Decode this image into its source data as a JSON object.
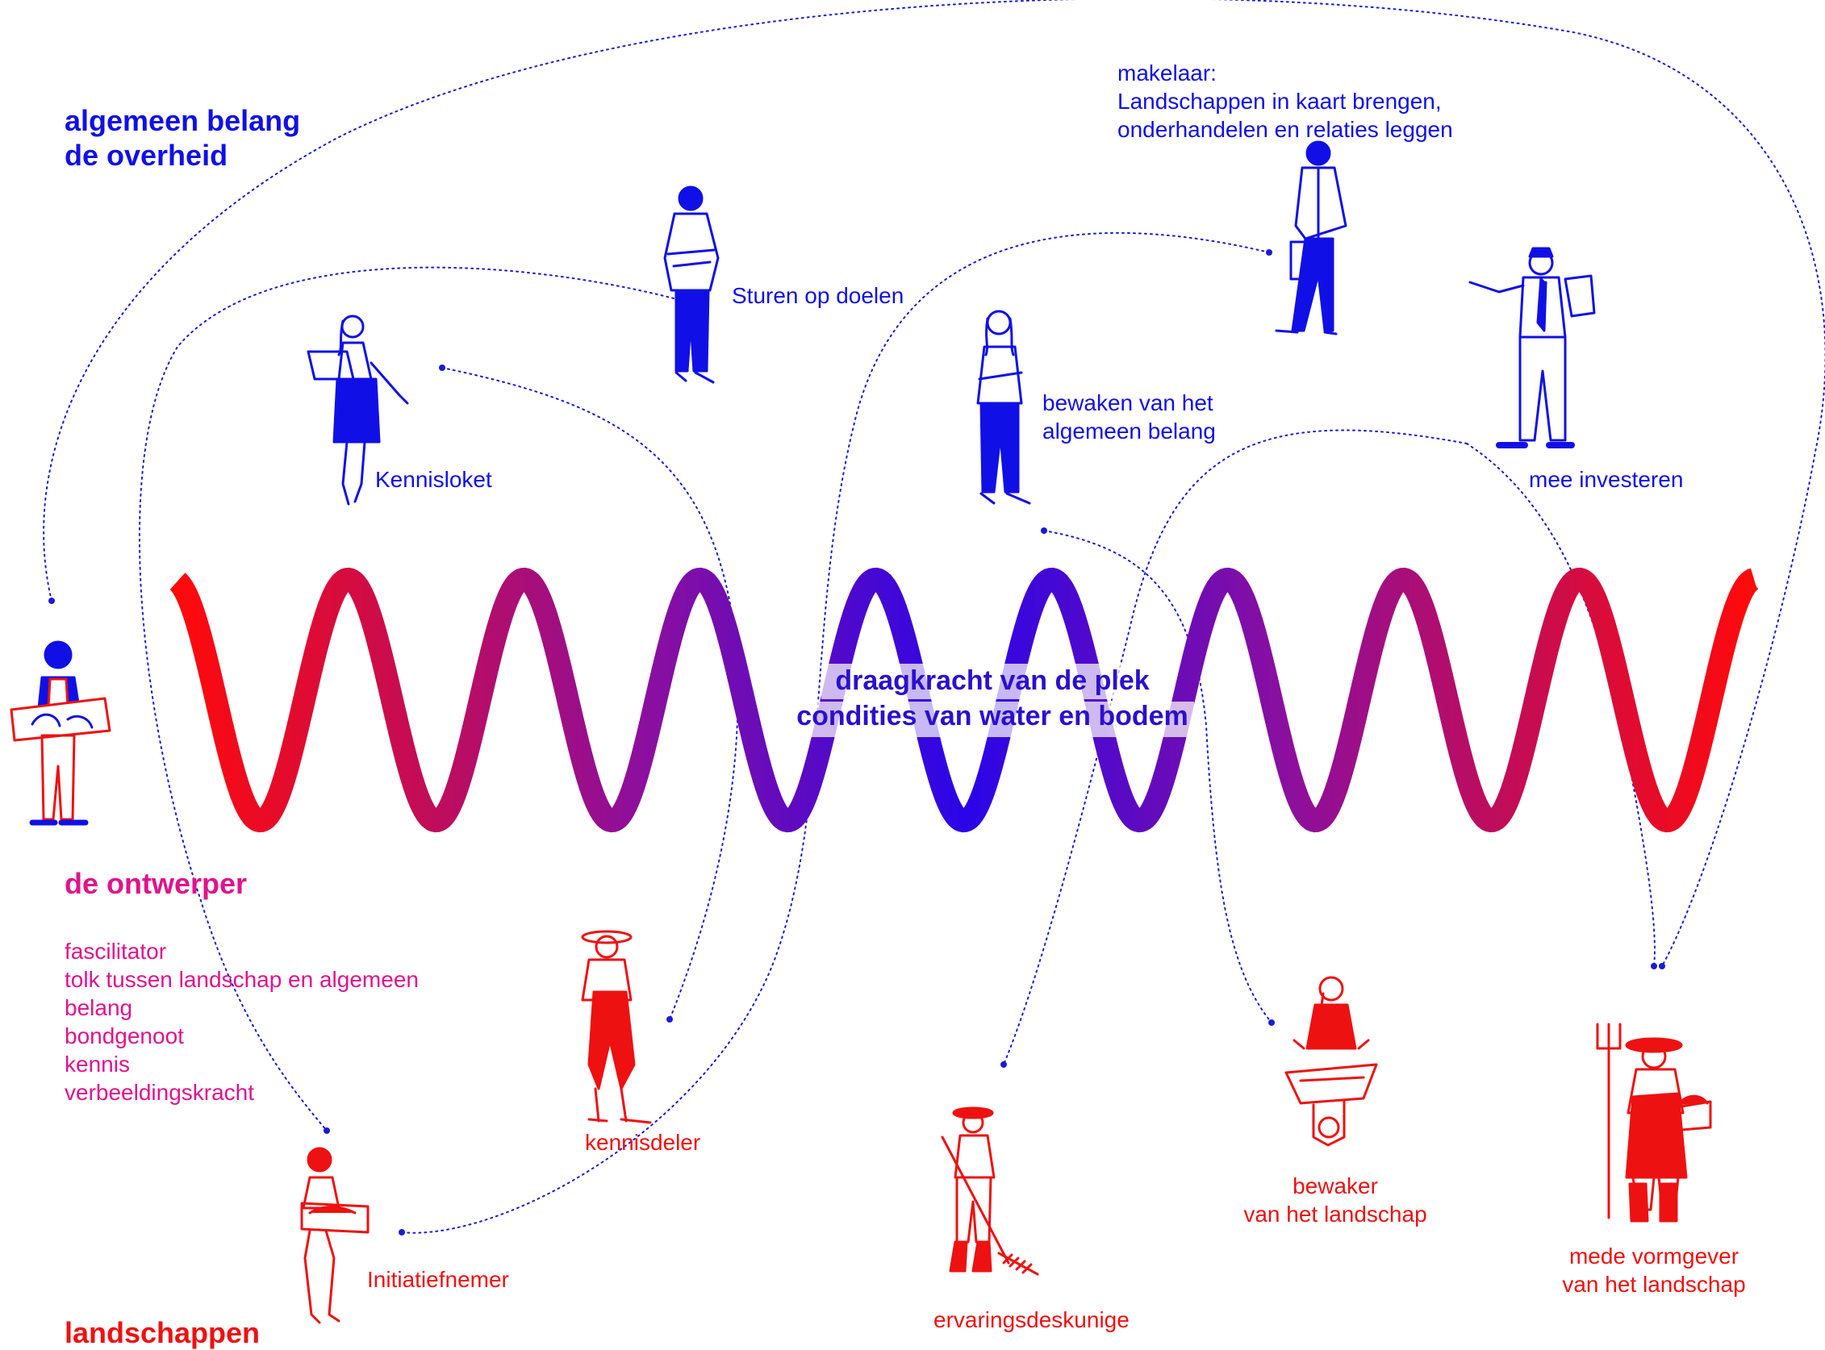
{
  "headings": {
    "government": [
      "algemeen belang",
      "de overheid"
    ],
    "designer": "de ontwerper",
    "landscapes": "landschappen"
  },
  "designer_roles": [
    "fascilitator",
    "tolk tussen landschap en algemeen",
    "belang",
    "bondgenoot",
    "kennis",
    "verbeeldingskracht"
  ],
  "center_text": [
    "draagkracht van de plek",
    "condities van water en bodem"
  ],
  "government_roles": {
    "makelaar": [
      "makelaar:",
      "Landschappen in kaart brengen,",
      "onderhandelen en relaties leggen"
    ],
    "sturen": "Sturen op doelen",
    "kennisloket": "Kennisloket",
    "bewaken": [
      "bewaken van het",
      "algemeen belang"
    ],
    "investeren": "mee investeren"
  },
  "landscape_roles": {
    "kennisdeler": "kennisdeler",
    "initiatiefnemer": "Initiatiefnemer",
    "ervaringsdeskundige": "ervaringsdeskunige",
    "bewaker": [
      "bewaker",
      "van het landschap"
    ],
    "vormgever": [
      "mede vormgever",
      "van het landschap"
    ]
  },
  "colors": {
    "government": "#1010e6",
    "designer": "#e0138c",
    "landscape": "#ee1111",
    "wave_edge": "#ff0a0a",
    "wave_center": "#2a05e8"
  },
  "icons": [
    "designer-with-map-icon",
    "woman-with-laptop-icon",
    "man-in-suit-icon",
    "businessman-with-briefcase-icon",
    "woman-arms-crossed-icon",
    "man-with-clipboard-icon",
    "farmer-with-hat-icon",
    "woman-with-crate-icon",
    "farmer-with-rake-icon",
    "woman-with-wheelbarrow-icon",
    "farmer-with-pitchfork-icon"
  ]
}
